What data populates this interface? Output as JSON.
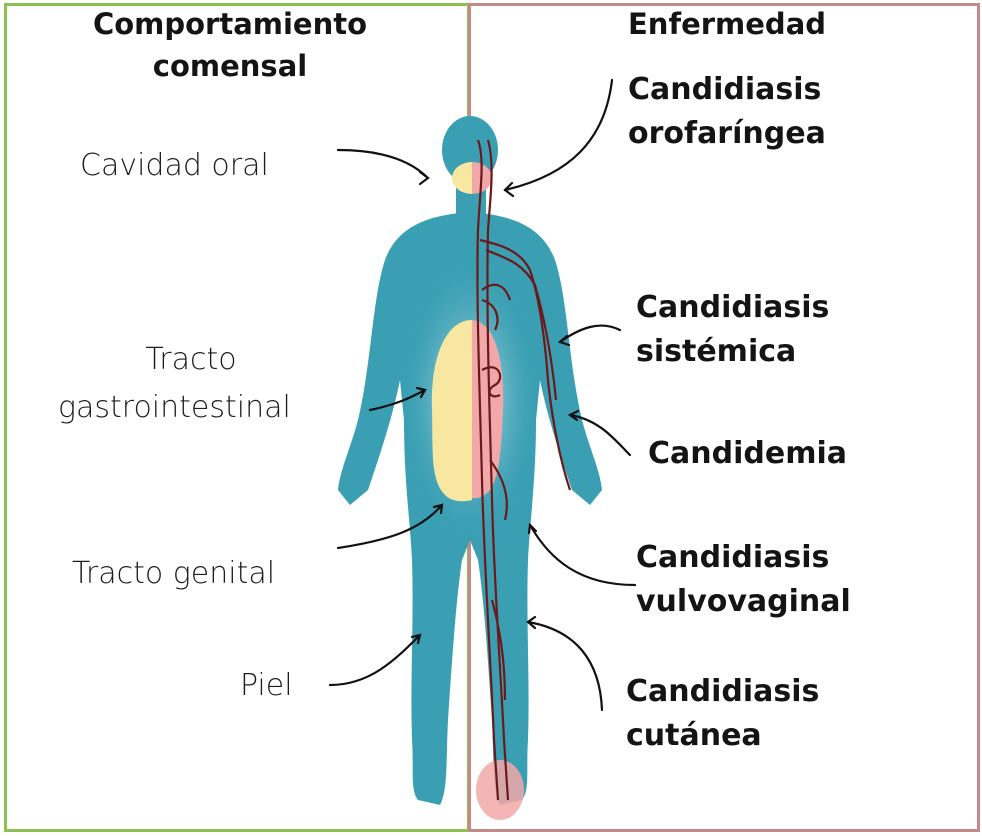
{
  "columns": {
    "left": {
      "title_line1": "Comportamiento",
      "title_line2": "comensal"
    },
    "right": {
      "title": "Enfermedad"
    }
  },
  "commensal_sites": {
    "oral": "Cavidad oral",
    "gi_line1": "Tracto",
    "gi_line2": "gastrointestinal",
    "genital": "Tracto genital",
    "skin": "Piel"
  },
  "diseases": {
    "orofaringea_line1": "Candidiasis",
    "orofaringea_line2": "orofaríngea",
    "sistemica_line1": "Candidiasis",
    "sistemica_line2": "sistémica",
    "candidemia": "Candidemia",
    "vulvovaginal_line1": "Candidiasis",
    "vulvovaginal_line2": "vulvovaginal",
    "cutanea_line1": "Candidiasis",
    "cutanea_line2": "cutánea"
  },
  "colors": {
    "body": "#3a9fb3",
    "body_light": "#bfe6ee",
    "commensal_highlight": "#f7e7a1",
    "disease_highlight": "#f2a8a8",
    "vessels": "#6b1a1a",
    "left_border": "#8cc152",
    "right_border": "#c48a8a"
  }
}
